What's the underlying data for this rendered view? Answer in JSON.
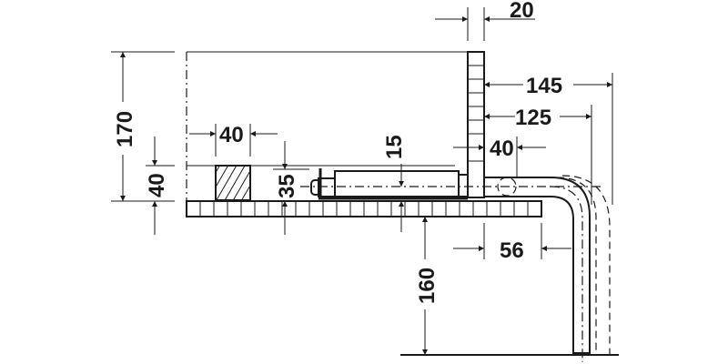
{
  "drawing": {
    "type": "technical-dimension-drawing",
    "units": "mm",
    "line_color": "#1a1a1a",
    "background": "#ffffff",
    "dimensions": {
      "panel_thickness_top": "20",
      "rail_height_total": "170",
      "block_width": "40",
      "block_height_left": "40",
      "offset_35": "35",
      "centerline_15": "15",
      "clearance_40": "40",
      "reach_145": "145",
      "reach_125": "125",
      "bend_offset_56": "56",
      "drop_160": "160"
    }
  }
}
